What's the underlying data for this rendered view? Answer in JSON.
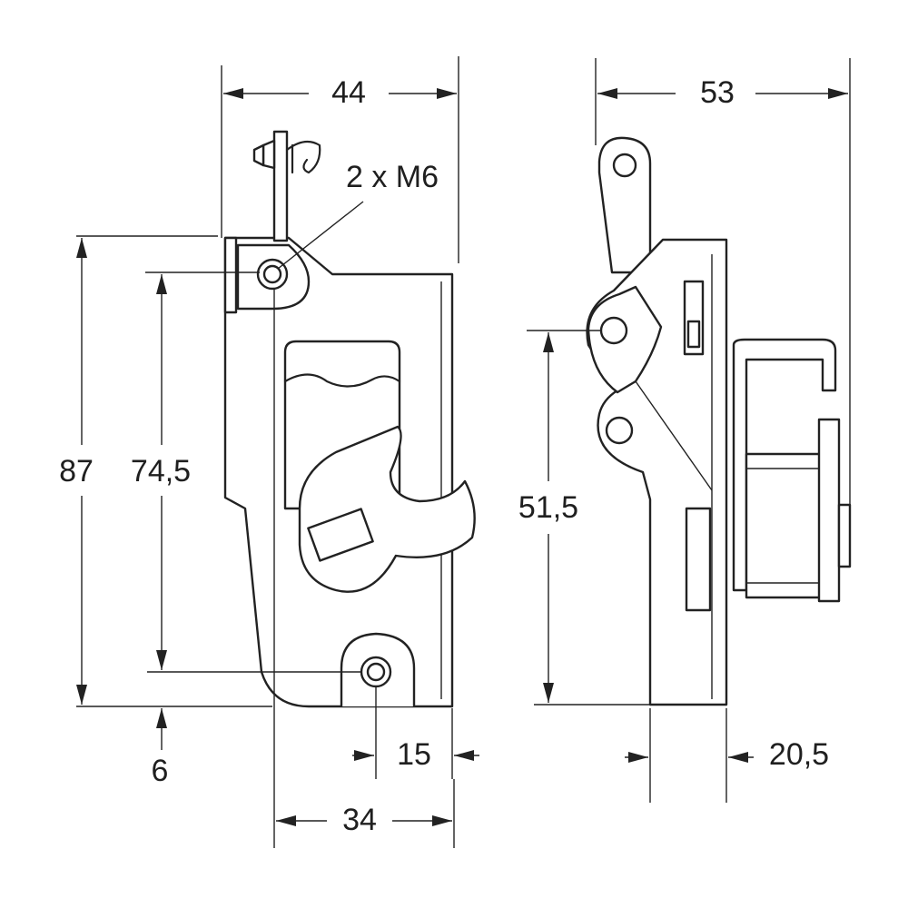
{
  "drawing": {
    "colors": {
      "line": "#222222",
      "text": "#1f1f1f",
      "background": "#ffffff"
    },
    "front_view": {
      "dimensions": {
        "width_top": "44",
        "holes": "2 x M6",
        "height_total": "87",
        "hole_spacing": "74,5",
        "bottom_offset": "6",
        "hole_to_edge": "15",
        "width_bottom": "34"
      }
    },
    "side_view": {
      "dimensions": {
        "depth_total": "53",
        "pivot_height": "51,5",
        "base_depth": "20,5"
      }
    }
  }
}
